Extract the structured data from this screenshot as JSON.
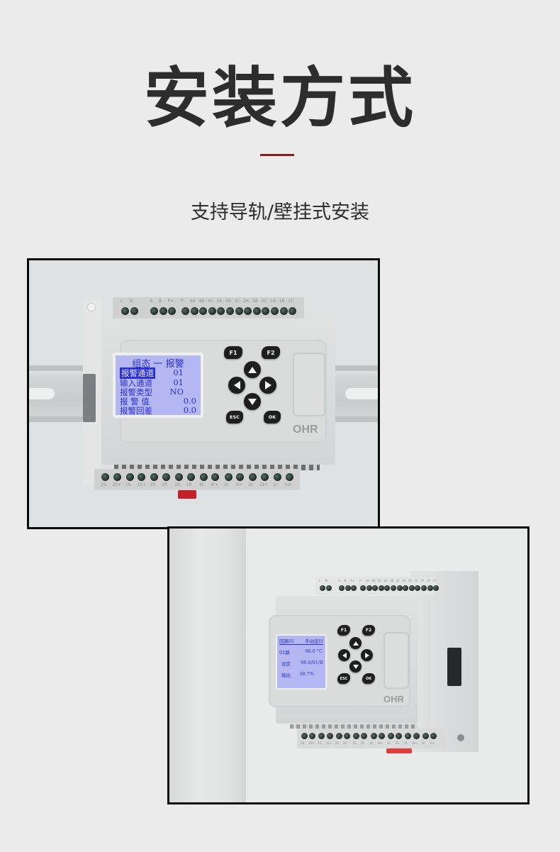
{
  "header": {
    "title": "安装方式",
    "accent_color": "#8a1a1a",
    "subtitle": "支持导轨/壁挂式安装"
  },
  "photos": [
    {
      "caption": "DIN rail mounted controller",
      "brand": "OHR",
      "top_terminals": [
        "L",
        "N",
        "A",
        "B",
        "P+",
        "P-",
        "4A",
        "4B",
        "4C",
        "3A",
        "3B",
        "3C",
        "2A",
        "2B",
        "2C",
        "1A",
        "1B",
        "1C"
      ],
      "bottom_terminals": [
        "2S-",
        "2S+",
        "1S-",
        "1S+",
        "2R",
        "2R",
        "1R",
        "1R",
        "4I-",
        "4I+",
        "3I-",
        "3I+",
        "2I-",
        "2I+",
        "1I-",
        "1I+"
      ],
      "lcd": {
        "title": "组态 一 报警",
        "rows": [
          {
            "label": "报警通道",
            "value": "01",
            "selected": true
          },
          {
            "label": "输入通道",
            "value": "01"
          },
          {
            "label": "报警类型",
            "value": "NO"
          },
          {
            "label": "报 警 值",
            "value": "0.0"
          },
          {
            "label": "报警回差",
            "value": "0.0"
          }
        ]
      },
      "buttons": {
        "f1": "F1",
        "f2": "F2",
        "esc": "ESC",
        "ok": "OK"
      }
    },
    {
      "caption": "Wall mounted controller",
      "brand": "OHR",
      "lcd": {
        "header_left": "回路01",
        "header_right": "手动运行",
        "rows": [
          {
            "label": "01路",
            "value": "98.0 °C"
          },
          {
            "label": "设定",
            "value": "98.0/01/R"
          },
          {
            "label": "输出",
            "value": "38.7%"
          }
        ]
      },
      "buttons": {
        "f1": "F1",
        "f2": "F2",
        "esc": "ESC",
        "ok": "OK"
      }
    }
  ]
}
